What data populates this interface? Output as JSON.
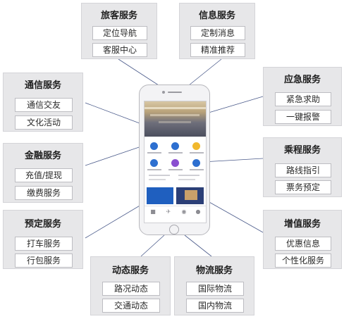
{
  "boxes": {
    "travel": {
      "title": "旅客服务",
      "items": [
        "定位导航",
        "客服中心"
      ]
    },
    "info": {
      "title": "信息服务",
      "items": [
        "定制消息",
        "精准推荐"
      ]
    },
    "comm": {
      "title": "通信服务",
      "items": [
        "通信交友",
        "文化活动"
      ]
    },
    "emergency": {
      "title": "应急服务",
      "items": [
        "紧急求助",
        "一键报警"
      ]
    },
    "finance": {
      "title": "金融服务",
      "items": [
        "充值/提现",
        "缴费服务"
      ]
    },
    "trip": {
      "title": "乘程服务",
      "items": [
        "路线指引",
        "票务预定"
      ]
    },
    "booking": {
      "title": "预定服务",
      "items": [
        "打车服务",
        "行包服务"
      ]
    },
    "value": {
      "title": "增值服务",
      "items": [
        "优惠信息",
        "个性化服务"
      ]
    },
    "dynamic": {
      "title": "动态服务",
      "items": [
        "路况动态",
        "交通动态"
      ]
    },
    "logistics": {
      "title": "物流服务",
      "items": [
        "国际物流",
        "国内物流"
      ]
    }
  },
  "colors": {
    "box_bg": "#e7e7e9",
    "connector": "#4a5a8a",
    "phone_icon_blue": "#2d6fd0",
    "phone_icon_yellow": "#f1b82d",
    "phone_icon_purple": "#8a4fd0"
  }
}
